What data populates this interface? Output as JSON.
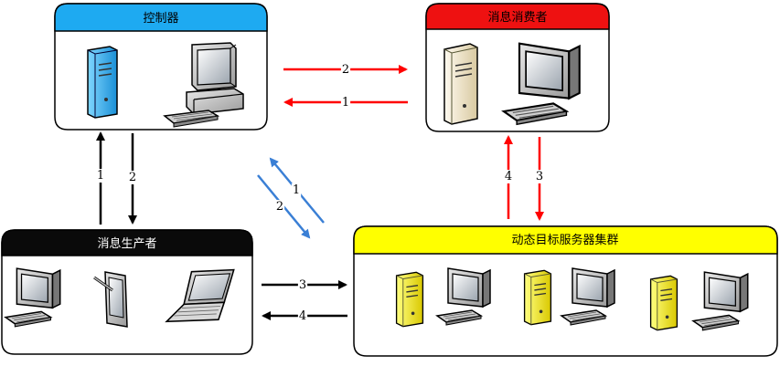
{
  "nodes": {
    "controller": {
      "title": "控制器",
      "header_color": "#1eaaf1"
    },
    "consumer": {
      "title": "消息消费者",
      "header_color": "#ee1111"
    },
    "producer": {
      "title": "消息生产者",
      "header_color": "#0a0a0a"
    },
    "cluster": {
      "title": "动态目标服务器集群",
      "header_color": "#ffff00"
    }
  },
  "edges": {
    "ctrl_to_consumer": {
      "label": "2",
      "color": "#ff0000"
    },
    "consumer_to_ctrl": {
      "label": "1",
      "color": "#ff0000"
    },
    "producer_to_ctrl": {
      "label": "1",
      "color": "#000000"
    },
    "ctrl_to_producer": {
      "label": "2",
      "color": "#000000"
    },
    "diag_up": {
      "label": "1",
      "color": "#3a7fd5"
    },
    "diag_down": {
      "label": "2",
      "color": "#3a7fd5"
    },
    "cluster_to_consumer": {
      "label": "4",
      "color": "#ff0000"
    },
    "consumer_to_cluster": {
      "label": "3",
      "color": "#ff0000"
    },
    "producer_to_cluster": {
      "label": "3",
      "color": "#000000"
    },
    "cluster_to_producer": {
      "label": "4",
      "color": "#000000"
    }
  }
}
